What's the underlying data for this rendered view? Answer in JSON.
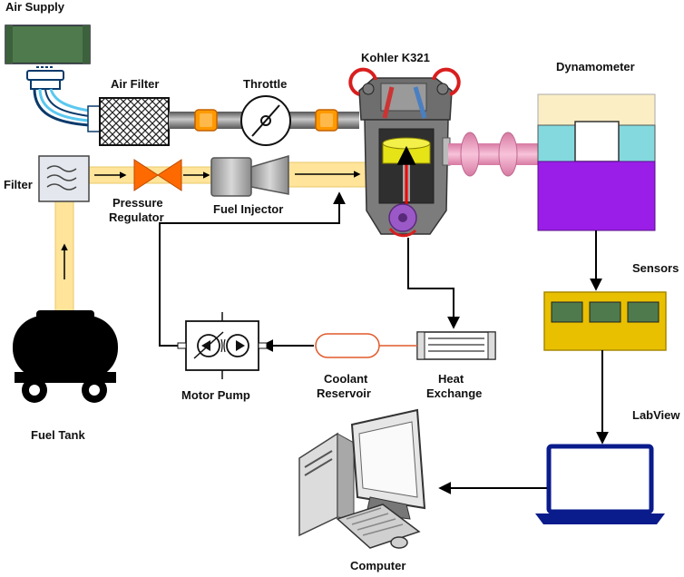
{
  "labels": {
    "air_supply": "Air Supply",
    "air_filter": "Air Filter",
    "throttle": "Throttle",
    "engine": "Kohler K321",
    "dynamometer": "Dynamometer",
    "filter": "Filter",
    "pressure_line1": "Pressure",
    "pressure_line2": "Regulator",
    "fuel_injector": "Fuel Injector",
    "sensors": "Sensors",
    "fuel_tank": "Fuel Tank",
    "motor_pump": "Motor Pump",
    "coolant_line1": "Coolant",
    "coolant_line2": "Reservoir",
    "heat_line1": "Heat",
    "heat_line2": "Exchange",
    "labview": "LabView",
    "computer": "Computer"
  },
  "colors": {
    "air_supply": "#4f7a4d",
    "fuel_pipe": "#ffe49a",
    "coupling": "#ff9900",
    "pressure_regulator": "#ff6a00",
    "dyn_top": "#fbeec4",
    "dyn_mid": "#83d9de",
    "dyn_bottom": "#9a1ee8",
    "shaft": "#f2a6c7",
    "sensors_box": "#e9c000",
    "sensor_cell": "#4f7a4d",
    "laptop": "#0a1b8c",
    "coolant_line": "#e05a2b"
  },
  "icons": [
    "air-supply-icon",
    "air-filter-icon",
    "throttle-icon",
    "engine-icon",
    "dynamometer-icon",
    "fuel-filter-icon",
    "pressure-regulator-icon",
    "fuel-injector-icon",
    "fuel-tank-icon",
    "motor-pump-icon",
    "coolant-reservoir-icon",
    "heat-exchanger-icon",
    "sensors-icon",
    "laptop-icon",
    "computer-icon"
  ]
}
